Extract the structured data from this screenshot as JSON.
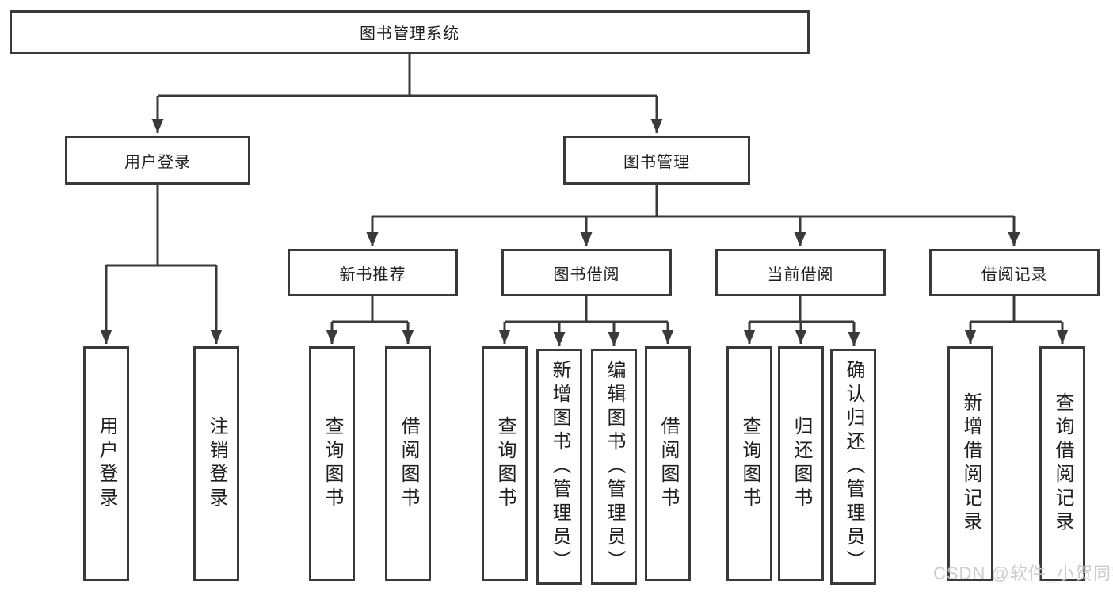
{
  "diagram_title": "图书管理系统",
  "tree": {
    "root": {
      "label": "图书管理系统"
    },
    "level2": [
      {
        "label": "用户登录"
      },
      {
        "label": "图书管理"
      }
    ],
    "level3": [
      {
        "label": "新书推荐"
      },
      {
        "label": "图书借阅"
      },
      {
        "label": "当前借阅"
      },
      {
        "label": "借阅记录"
      }
    ],
    "leaves": {
      "userLogin": [
        {
          "label": "用户登录"
        },
        {
          "label": "注销登录"
        }
      ],
      "newBooks": [
        {
          "label": "查询图书"
        },
        {
          "label": "借阅图书"
        }
      ],
      "bookBorrow": [
        {
          "label": "查询图书"
        },
        {
          "label": "新增图书（管理员）"
        },
        {
          "label": "编辑图书（管理员）"
        },
        {
          "label": "借阅图书"
        }
      ],
      "currentBorrow": [
        {
          "label": "查询图书"
        },
        {
          "label": "归还图书"
        },
        {
          "label": "确认归还（管理员）"
        }
      ],
      "borrowRecords": [
        {
          "label": "新增借阅记录"
        },
        {
          "label": "查询借阅记录"
        }
      ]
    }
  },
  "watermark": {
    "text": "CSDN @软件_小贺同学"
  },
  "colors": {
    "background": "#ffffff",
    "line": "#3a3a3a",
    "box_border": "#3a3a3a",
    "text": "#1f1f1f",
    "watermark": "#c9c9c9"
  }
}
